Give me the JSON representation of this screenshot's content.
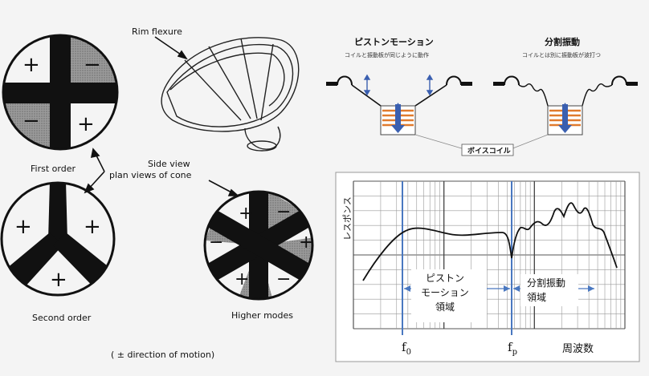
{
  "cone_modes": {
    "first_order": "First order",
    "second_order": "Second order",
    "higher_modes": "Higher modes",
    "rim_flexure": "Rim flexure",
    "side_view": "Side view",
    "plan_views": "plan views of cone",
    "direction_note": "( ± direction of motion)",
    "plus": "+",
    "minus": "−"
  },
  "vibration": {
    "piston_title": "ピストンモーション",
    "piston_sub": "コイルと振動板が同じように動作",
    "breakup_title": "分割振動",
    "breakup_sub": "コイルとは別に振動板が波打つ",
    "voice_coil": "ボイスコイル"
  },
  "response": {
    "ylabel": "レスポンス",
    "xlabel": "周波数",
    "f0": "f",
    "f0_sub": "0",
    "fp": "f",
    "fp_sub": "p",
    "piston_region": [
      "ピストン",
      "モーション",
      "領域"
    ],
    "breakup_region": [
      "分割振動",
      "領域"
    ],
    "accent": "#4a78c0"
  }
}
